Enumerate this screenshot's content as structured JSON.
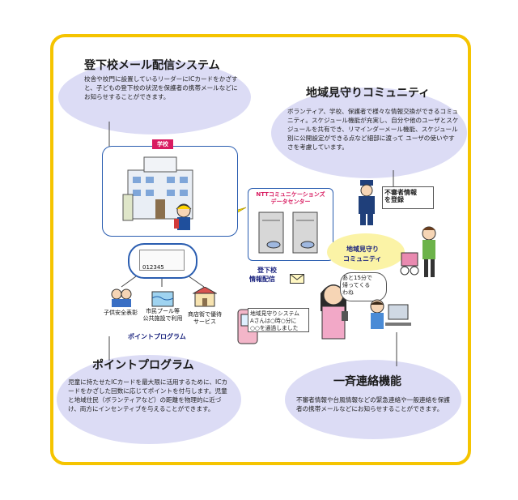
{
  "tozeko": {
    "title": "登下校メール配信システム",
    "desc": "校舎や校門に設置しているリーダーにICカードをかざすと、子どもの登下校の状況を保護者の携帯メールなどにお知らせすることができます。"
  },
  "chiiki": {
    "title": "地域見守りコミュニティ",
    "desc": "ボランティア、学校、保護者で様々な情報交換ができるコミュニティ。スケジュール機能が充実し、自分や他のユーザとスケジュールを共有でき、リマインダーメール機能、スケジュール別に公開設定ができる点など細部に渡って ユーザの使いやすさを考慮しています。"
  },
  "point": {
    "title": "ポイントプログラム",
    "desc": "児童に持たせたICカードを最大限に活用するために、ICカードをかざした回数に応じてポイントを付与します。児童と地域住民（ボランティアなど）の距離を物理的に近づけ、両方にインセンティブを与えることができます。"
  },
  "isse": {
    "title": "一斉連絡機能",
    "desc": "不審者情報や台風情報などの緊急連絡や一般連絡を保護者の携帯メールなどにお知らせすることができます。"
  },
  "diagram": {
    "school_tag": "学校",
    "card_number": "012345",
    "datacenter_line1": "NTTコミュニケーションズ",
    "datacenter_line2": "データセンター",
    "tozeko_info_line1": "登下校",
    "tozeko_info_line2": "情報配信",
    "suspicious_line1": "不審者情報",
    "suspicious_line2": "を登録",
    "community_line1": "地域見守り",
    "community_line2": "コミュニティ",
    "speech_line1": "あと15分で",
    "speech_line2": "帰ってくる",
    "speech_line3": "わね",
    "mail_line1": "地域見守りシステム",
    "mail_line2": "Aさんは○時○分に",
    "mail_line3": "○○を通過しました",
    "service1_label": "子供安全表彰",
    "service2_line1": "市民プール等",
    "service2_line2": "公共施設で利用",
    "service3_line1": "商店街で優待",
    "service3_line2": "サービス",
    "point_program_label": "ポイントプログラム"
  },
  "colors": {
    "frame": "#f5c400",
    "bubble": "#dcdcf5",
    "accent_blue": "#2a5db0",
    "tag_pink": "#d81b60"
  }
}
